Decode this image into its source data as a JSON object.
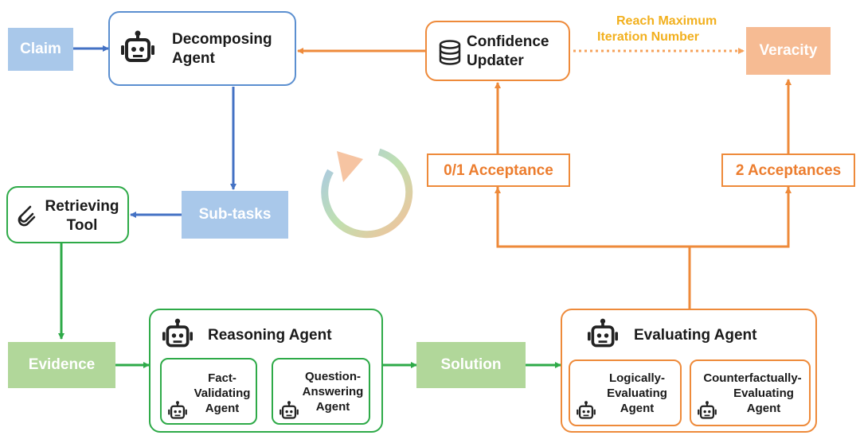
{
  "nodes": {
    "claim": "Claim",
    "decomposing_agent": [
      "Decomposing",
      "Agent"
    ],
    "confidence_updater": [
      "Confidence",
      "Updater"
    ],
    "veracity": "Veracity",
    "subtasks": "Sub-tasks",
    "retrieving_tool": [
      "Retrieving",
      "Tool"
    ],
    "acceptance_low": "0/1 Acceptance",
    "acceptance_high": "2 Acceptances",
    "evidence": "Evidence",
    "reasoning_agent": "Reasoning Agent",
    "fact_validating": [
      "Fact-",
      "Validating",
      "Agent"
    ],
    "question_answering": [
      "Question-",
      "Answering",
      "Agent"
    ],
    "solution": "Solution",
    "evaluating_agent": "Evaluating Agent",
    "logically_evaluating": [
      "Logically-",
      "Evaluating",
      "Agent"
    ],
    "counterfactually_evaluating": [
      "Counterfactually-",
      "Evaluating",
      "Agent"
    ]
  },
  "annotations": {
    "max_iteration": [
      "Reach Maximum",
      "Iteration Number"
    ]
  },
  "colors": {
    "blue": "#5b8fd0",
    "light_blue": "#a9c8ea",
    "green": "#2eaa48",
    "light_green": "#b1d79a",
    "orange": "#ee8a3a",
    "light_orange": "#f6bb93",
    "yellow": "#f2b01e"
  },
  "icons": [
    "robot-icon",
    "database-icon",
    "paperclip-icon",
    "cycle-arrow-icon"
  ]
}
